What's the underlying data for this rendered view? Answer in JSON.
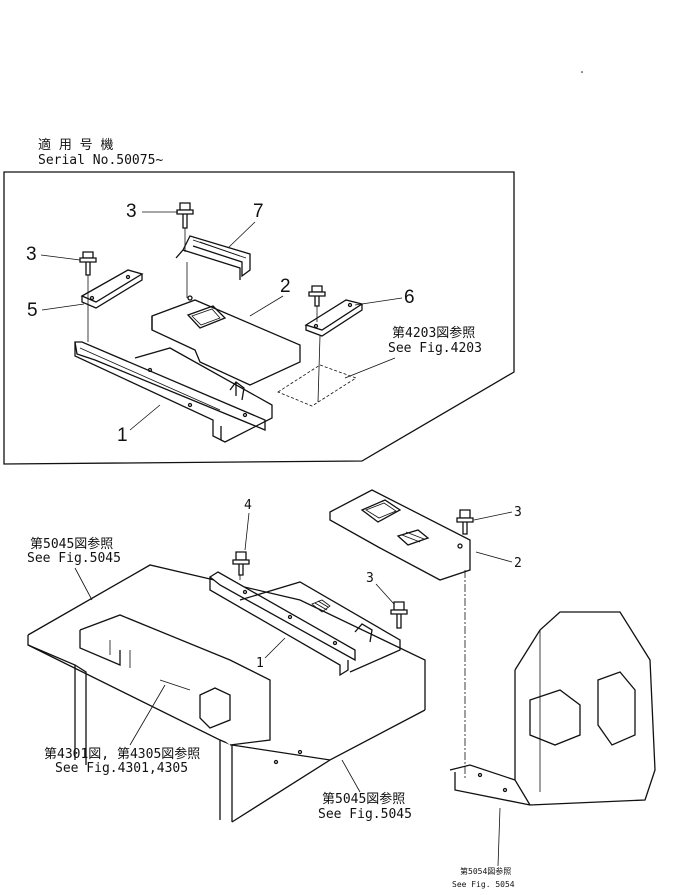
{
  "header": {
    "applicable_jp": "適 用 号 機",
    "serial": "Serial  No.50075~"
  },
  "upper_view": {
    "callouts": [
      {
        "id": "u3a",
        "text": "3"
      },
      {
        "id": "u7",
        "text": "7"
      },
      {
        "id": "u3b",
        "text": "3"
      },
      {
        "id": "u2",
        "text": "2"
      },
      {
        "id": "u5",
        "text": "5"
      },
      {
        "id": "u6",
        "text": "6"
      },
      {
        "id": "u1",
        "text": "1"
      }
    ],
    "reference": {
      "jp": "第4203図参照",
      "en": "See Fig.4203"
    }
  },
  "lower_view": {
    "callouts": [
      {
        "id": "l4",
        "text": "4"
      },
      {
        "id": "l3a",
        "text": "3"
      },
      {
        "id": "l2",
        "text": "2"
      },
      {
        "id": "l3b",
        "text": "3"
      },
      {
        "id": "l1",
        "text": "1"
      }
    ],
    "references": [
      {
        "id": "r5045a",
        "jp": "第5045図参照",
        "en": "See Fig.5045"
      },
      {
        "id": "r4301",
        "jp": "第4301図, 第4305図参照",
        "en": "See Fig.4301,4305"
      },
      {
        "id": "r5045b",
        "jp": "第5045図参照",
        "en": "See Fig.5045"
      },
      {
        "id": "r5054",
        "jp": "第5054図参照",
        "en": "See Fig. 5054"
      }
    ]
  }
}
